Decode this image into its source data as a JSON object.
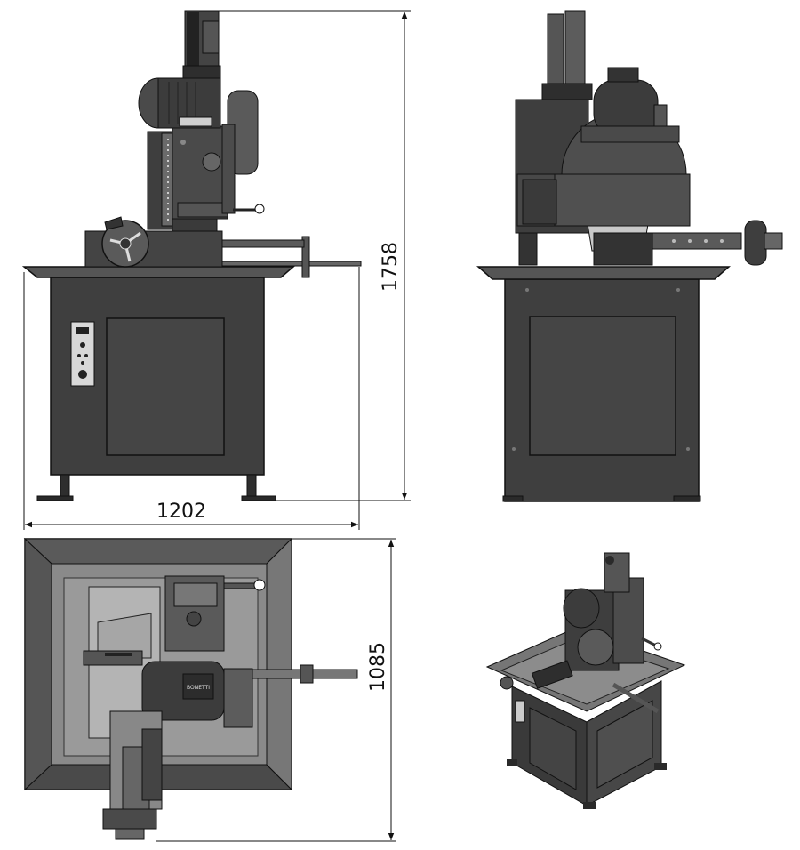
{
  "dimensions": {
    "height_label": "1758",
    "width_label": "1202",
    "depth_label": "1085"
  },
  "panel_label": "BONETTI"
}
